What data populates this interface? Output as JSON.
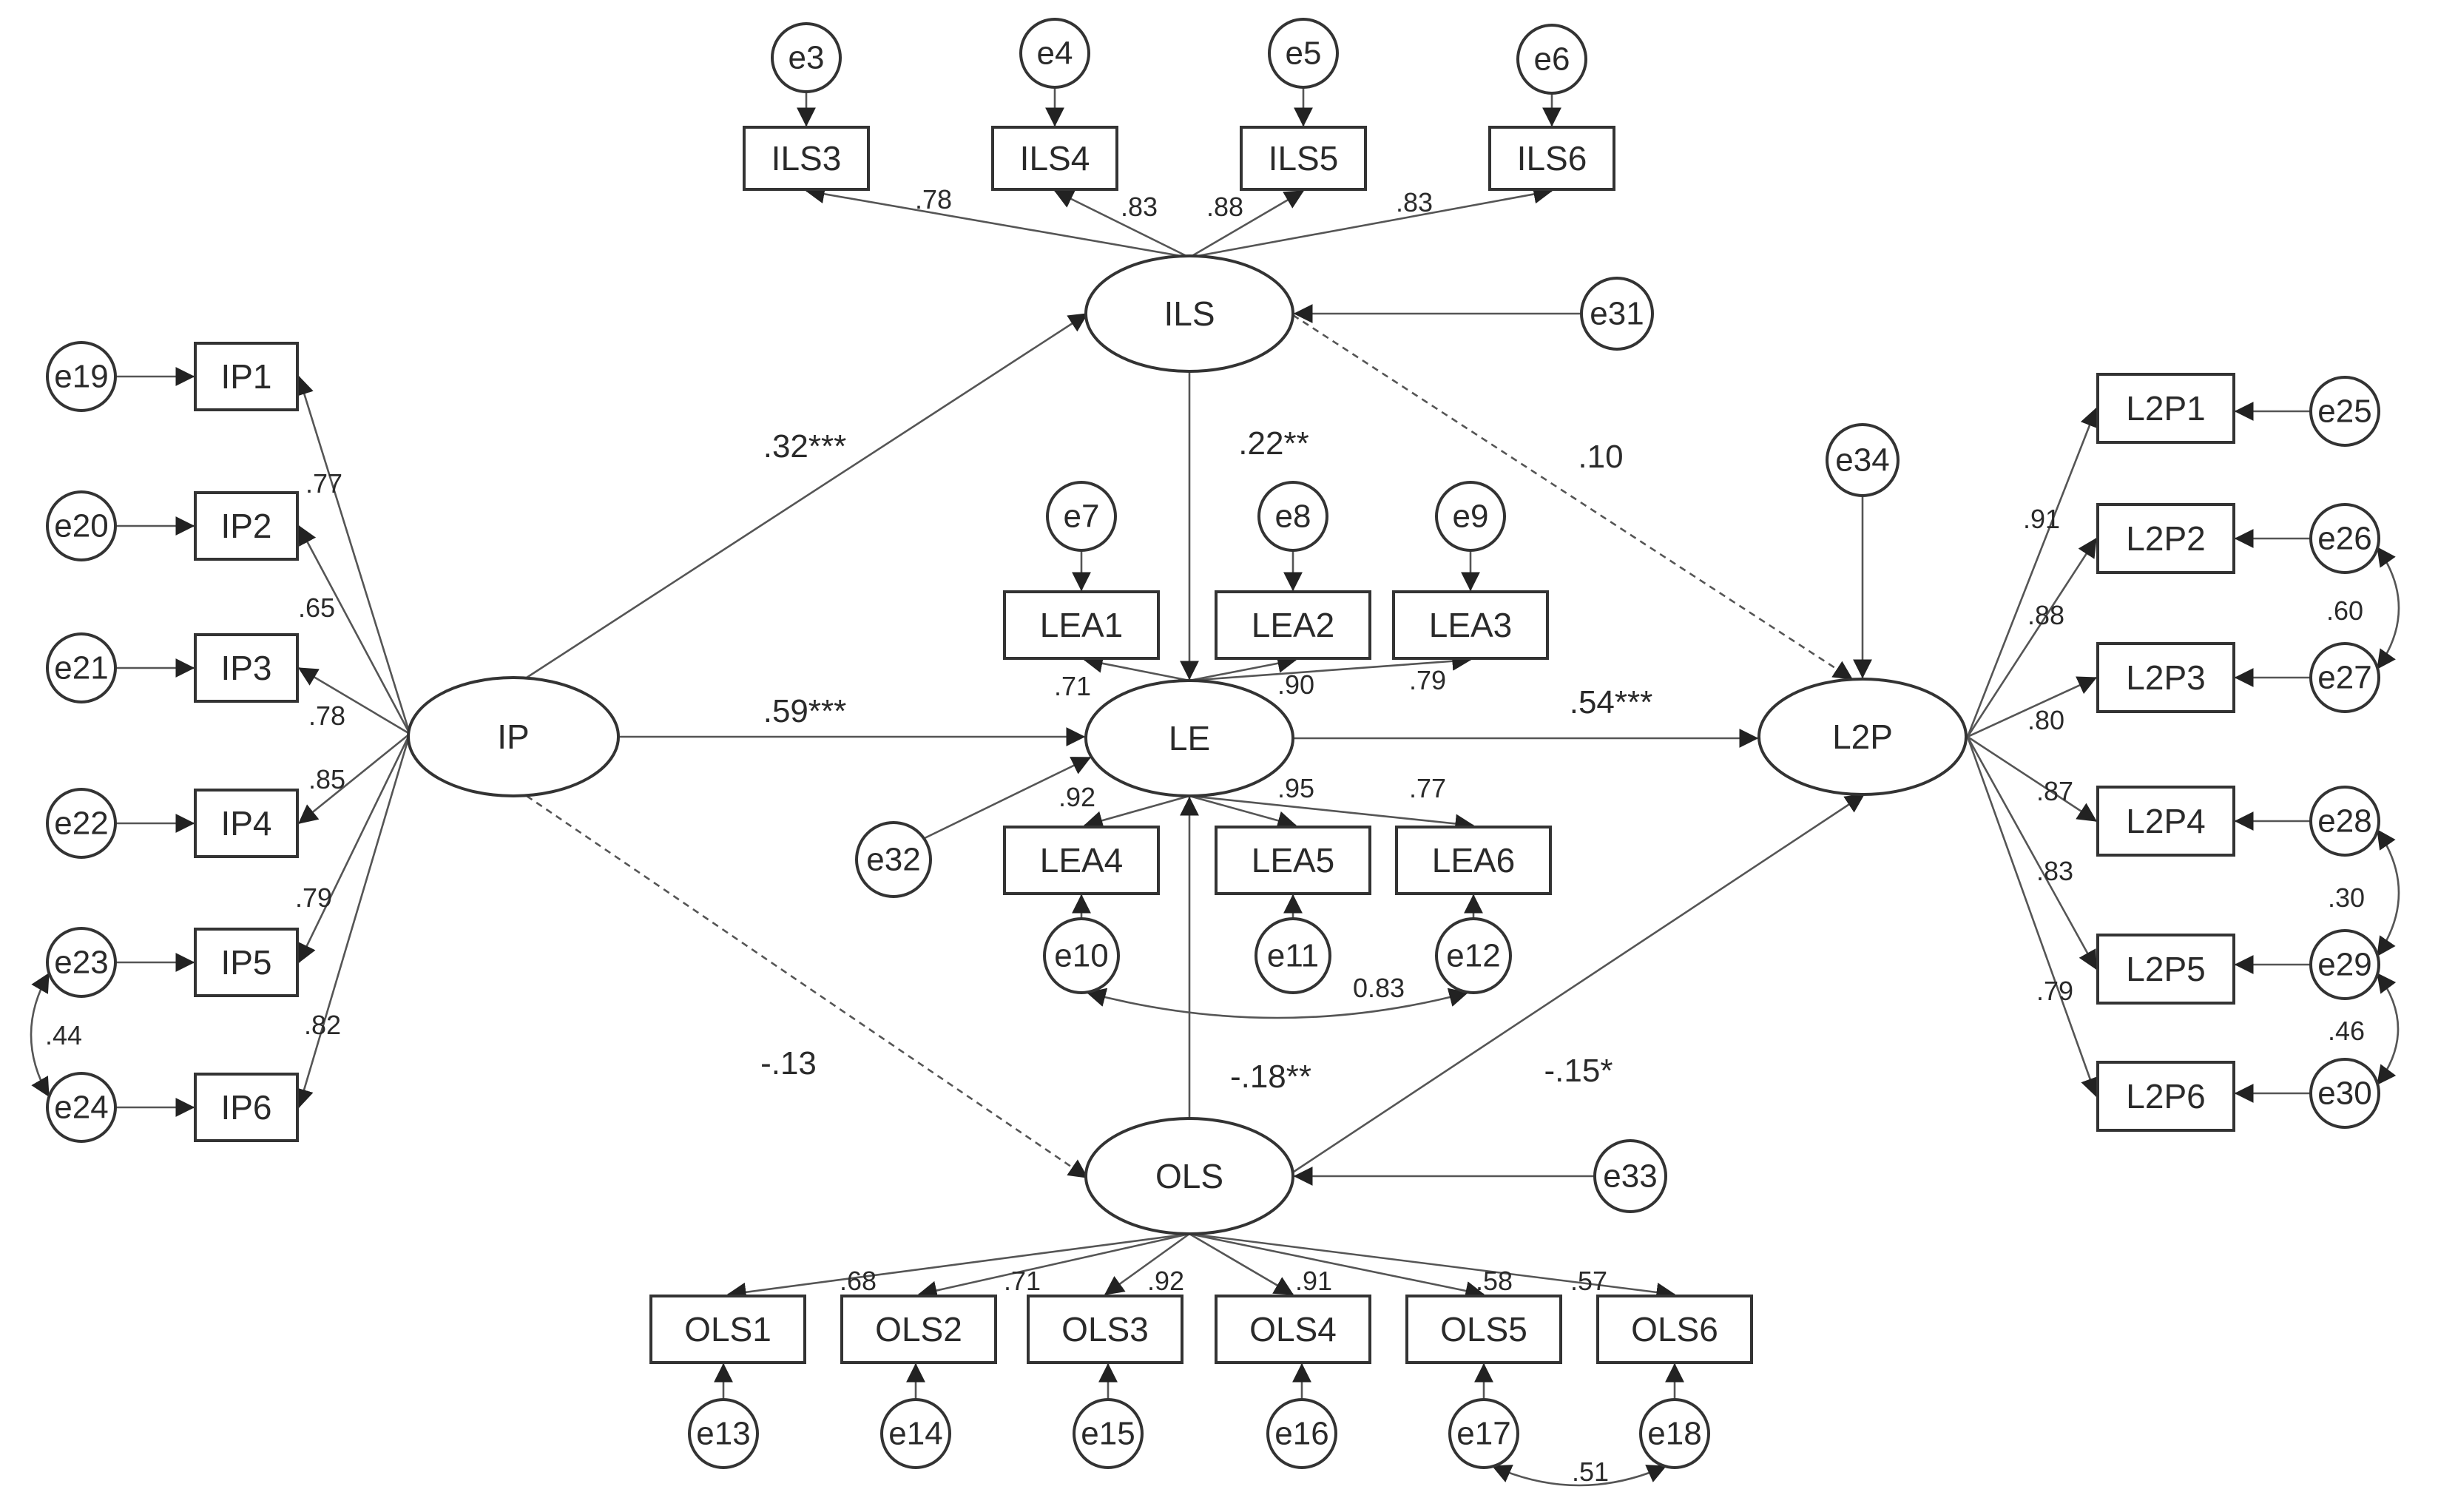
{
  "latent": {
    "IP": "IP",
    "ILS": "ILS",
    "LE": "LE",
    "OLS": "OLS",
    "L2P": "L2P"
  },
  "indicators": {
    "ILS3": "ILS3",
    "ILS4": "ILS4",
    "ILS5": "ILS5",
    "ILS6": "ILS6",
    "IP1": "IP1",
    "IP2": "IP2",
    "IP3": "IP3",
    "IP4": "IP4",
    "IP5": "IP5",
    "IP6": "IP6",
    "LEA1": "LEA1",
    "LEA2": "LEA2",
    "LEA3": "LEA3",
    "LEA4": "LEA4",
    "LEA5": "LEA5",
    "LEA6": "LEA6",
    "L2P1": "L2P1",
    "L2P2": "L2P2",
    "L2P3": "L2P3",
    "L2P4": "L2P4",
    "L2P5": "L2P5",
    "L2P6": "L2P6",
    "OLS1": "OLS1",
    "OLS2": "OLS2",
    "OLS3": "OLS3",
    "OLS4": "OLS4",
    "OLS5": "OLS5",
    "OLS6": "OLS6"
  },
  "errors": {
    "e3": "e3",
    "e4": "e4",
    "e5": "e5",
    "e6": "e6",
    "e7": "e7",
    "e8": "e8",
    "e9": "e9",
    "e10": "e10",
    "e11": "e11",
    "e12": "e12",
    "e13": "e13",
    "e14": "e14",
    "e15": "e15",
    "e16": "e16",
    "e17": "e17",
    "e18": "e18",
    "e19": "e19",
    "e20": "e20",
    "e21": "e21",
    "e22": "e22",
    "e23": "e23",
    "e24": "e24",
    "e25": "e25",
    "e26": "e26",
    "e27": "e27",
    "e28": "e28",
    "e29": "e29",
    "e30": "e30",
    "e31": "e31",
    "e32": "e32",
    "e33": "e33",
    "e34": "e34"
  },
  "loadings": {
    "ILS3": ".78",
    "ILS4": ".83",
    "ILS5": ".88",
    "ILS6": ".83",
    "IP1": ".77",
    "IP2": ".65",
    "IP3": ".78",
    "IP4": ".85",
    "IP5": ".79",
    "IP6": ".82",
    "LEA1": ".71",
    "LEA2": ".90",
    "LEA3": ".79",
    "LEA4": ".92",
    "LEA5": ".95",
    "LEA6": ".77",
    "L2P1": ".91",
    "L2P2": ".88",
    "L2P3": ".80",
    "L2P4": ".87",
    "L2P5": ".83",
    "L2P6": ".79",
    "OLS1": ".68",
    "OLS2": ".71",
    "OLS3": ".92",
    "OLS4": ".91",
    "OLS5": ".58",
    "OLS6": ".57"
  },
  "paths": {
    "IP_ILS": ".32***",
    "ILS_LE": ".22**",
    "ILS_L2P": ".10",
    "IP_LE": ".59***",
    "LE_L2P": ".54***",
    "IP_OLS": "-.13",
    "OLS_LE": "-.18**",
    "OLS_L2P": "-.15*"
  },
  "covariances": {
    "e10_e12": "0.83",
    "e23_e24": ".44",
    "e26_e27": ".60",
    "e28_e29": ".30",
    "e29_e30": ".46",
    "e17_e18": ".51"
  }
}
